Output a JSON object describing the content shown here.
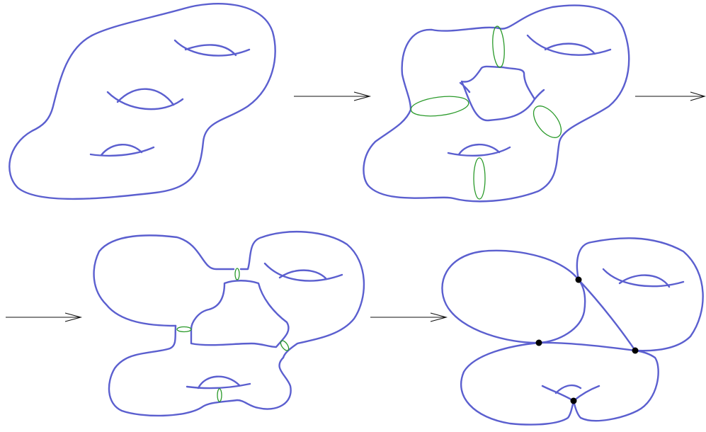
{
  "figure": {
    "panels": [
      {
        "id": "genus-3-surface"
      },
      {
        "id": "surface-with-cut-cycles"
      },
      {
        "id": "pinched-cycles"
      },
      {
        "id": "nodal-curve"
      }
    ],
    "arrows": 4
  },
  "colors": {
    "surface": "#5b5fcf",
    "cycle": "#2a9a2a",
    "node": "#000000",
    "arrow": "#111111"
  }
}
